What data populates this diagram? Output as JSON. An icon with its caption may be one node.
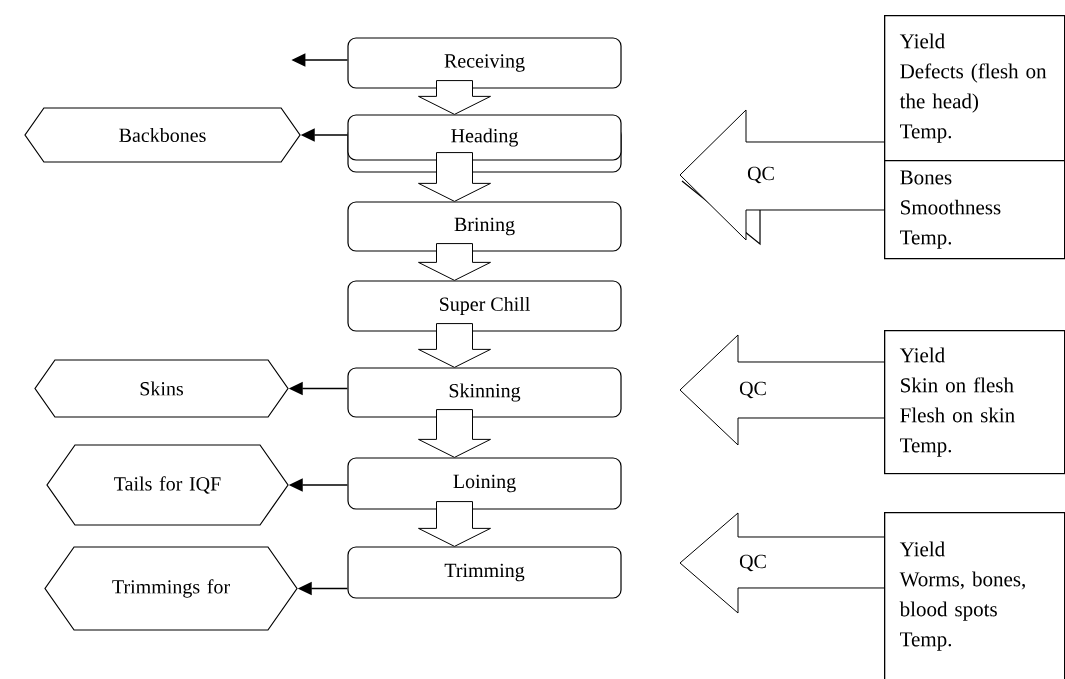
{
  "diagram": {
    "nodes": [
      {
        "text": [
          "Receiving"
        ]
      },
      {
        "text": [
          "Heading"
        ]
      },
      {
        "text": [
          "Brining"
        ]
      },
      {
        "text": [
          "Super Chill"
        ]
      },
      {
        "text": [
          "Skinning"
        ]
      },
      {
        "text": [
          "Loining"
        ]
      },
      {
        "text": [
          "Trimming"
        ]
      },
      {
        "text": [
          "Backbones"
        ]
      },
      {
        "text": [
          "Skins"
        ]
      },
      {
        "text": [
          "Tails for IQF"
        ]
      },
      {
        "text": [
          "Trimmings for"
        ]
      },
      {
        "text": [
          "QC"
        ]
      },
      {
        "text": [
          "QC"
        ]
      },
      {
        "text": [
          "QC"
        ]
      },
      {
        "text": [
          "Yield",
          "Defects (flesh on the head)",
          "Temp."
        ]
      },
      {
        "text": [
          "Bones",
          "Smoothness",
          "Temp."
        ]
      },
      {
        "text": [
          "Yield",
          "Skin on flesh",
          "Flesh on skin",
          "Temp."
        ]
      },
      {
        "text": [
          "Yield",
          "Worms, bones, blood spots",
          "Temp."
        ]
      }
    ],
    "edges": [
      {
        "from": 0,
        "to": 1,
        "arrow": "to"
      },
      {
        "from": 1,
        "to": 2,
        "arrow": "to"
      },
      {
        "from": 2,
        "to": 3,
        "arrow": "to"
      },
      {
        "from": 3,
        "to": 4,
        "arrow": "to"
      },
      {
        "from": 4,
        "to": 5,
        "arrow": "to"
      },
      {
        "from": 5,
        "to": 6,
        "arrow": "to"
      },
      {
        "from": 0,
        "to": null,
        "arrow": "to"
      },
      {
        "from": 1,
        "to": 7,
        "arrow": "to"
      },
      {
        "from": 4,
        "to": 8,
        "arrow": "to"
      },
      {
        "from": 5,
        "to": 9,
        "arrow": "to"
      },
      {
        "from": 6,
        "to": 10,
        "arrow": "to"
      }
    ]
  }
}
